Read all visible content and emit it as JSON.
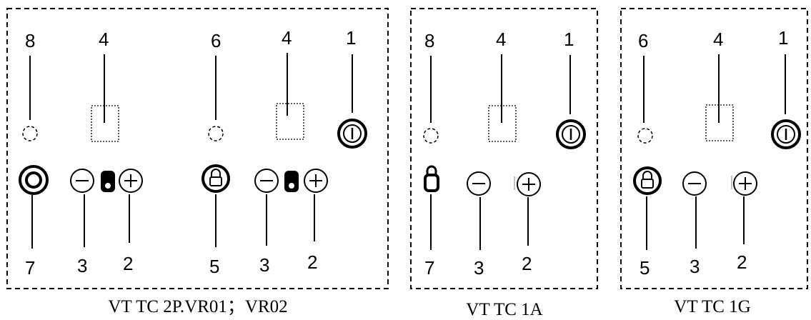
{
  "panels": [
    {
      "caption": "VT TC 2P.VR01；VR02",
      "callouts": {
        "c8": "8",
        "c4a": "4",
        "c6": "6",
        "c4b": "4",
        "c1": "1",
        "c7": "7",
        "c3a": "3",
        "c2a": "2",
        "c5": "5",
        "c3b": "3",
        "c2b": "2"
      }
    },
    {
      "caption": "VT TC 1A",
      "callouts": {
        "c8": "8",
        "c4": "4",
        "c1": "1",
        "c7": "7",
        "c3": "3",
        "c2": "2"
      }
    },
    {
      "caption": "VT TC 1G",
      "callouts": {
        "c6": "6",
        "c4": "4",
        "c1": "1",
        "c5": "5",
        "c3": "3",
        "c2": "2"
      }
    }
  ],
  "icons": [
    "power-icon",
    "plus-icon",
    "minus-icon",
    "lock-icon",
    "double-ring-icon",
    "led-indicator",
    "display-window"
  ],
  "colors": {
    "stroke": "#000000",
    "background": "#ffffff"
  }
}
